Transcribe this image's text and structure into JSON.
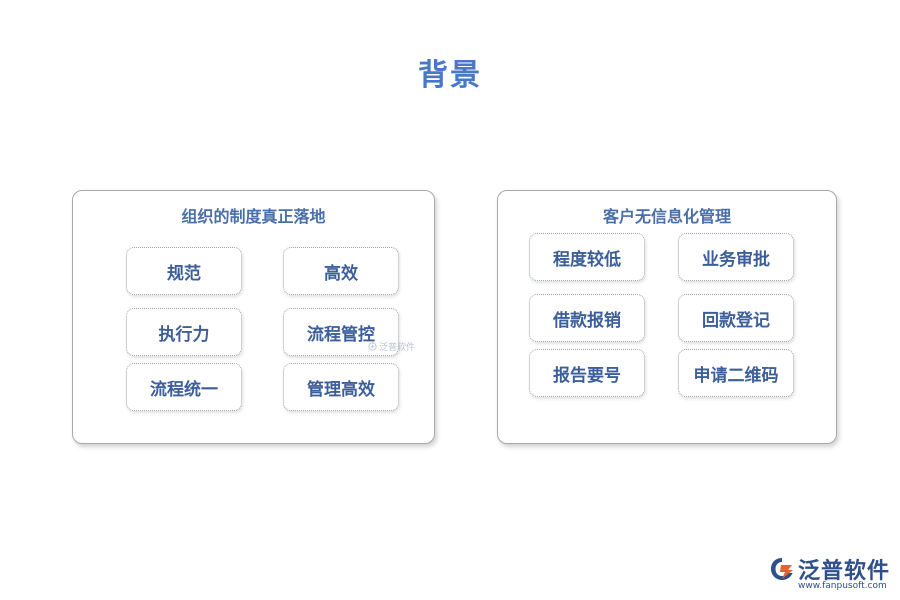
{
  "title": "背景",
  "left_panel": {
    "heading": "组织的制度真正落地",
    "items": [
      "规范",
      "高效",
      "执行力",
      "流程管控",
      "流程统一",
      "管理高效"
    ],
    "watermark": "泛普软件"
  },
  "right_panel": {
    "heading": "客户无信息化管理",
    "items": [
      "程度较低",
      "业务审批",
      "借款报销",
      "回款登记",
      "报告要号",
      "申请二维码"
    ]
  },
  "logo": {
    "name": "泛普软件",
    "url": "www.fanpusoft.com",
    "icon": "fanpu-logo-icon"
  },
  "colors": {
    "title": "#4a78c8",
    "heading": "#4a6fa8",
    "item_text": "#3d5f99",
    "logo": "#2e4f8a",
    "logo_accent": "#e8602c"
  }
}
